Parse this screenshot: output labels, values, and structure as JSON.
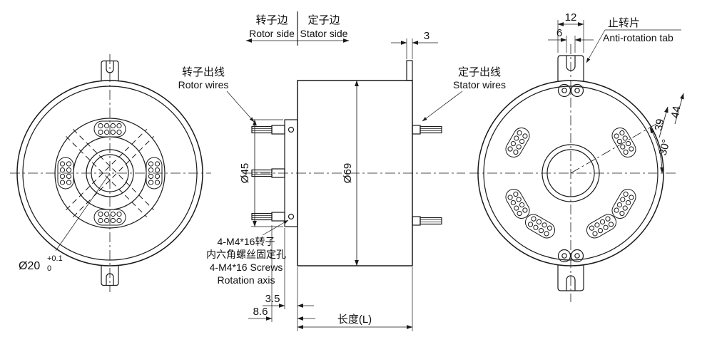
{
  "drawing": {
    "header": {
      "rotor_side_cn": "转子边",
      "rotor_side_en": "Rotor side",
      "stator_side_cn": "定子边",
      "stator_side_en": "Stator side"
    },
    "left_view": {
      "bore": "Ø20",
      "bore_tol_upper": "+0.1",
      "bore_tol_lower": "0"
    },
    "middle_view": {
      "rotor_wires_cn": "转子出线",
      "rotor_wires_en": "Rotor wires",
      "stator_wires_cn": "定子出线",
      "stator_wires_en": "Stator wires",
      "flange_dia": "Ø45",
      "body_dia": "Ø69",
      "tab_thickness": "3",
      "screw_note_cn1": "4-M4*16转子",
      "screw_note_cn2": "内六角螺丝固定孔",
      "screw_note_en1": "4-M4*16 Screws",
      "screw_note_en2": "Rotation axis",
      "dim_flange": "3.5",
      "dim_terminal": "8.6",
      "length": "长度(L)"
    },
    "right_view": {
      "tab_cn": "止转片",
      "tab_en": "Anti-rotation tab",
      "tab_width": "12",
      "slot_width": "6",
      "dim_44": "44",
      "dim_39": "39",
      "angle": "30°"
    }
  }
}
